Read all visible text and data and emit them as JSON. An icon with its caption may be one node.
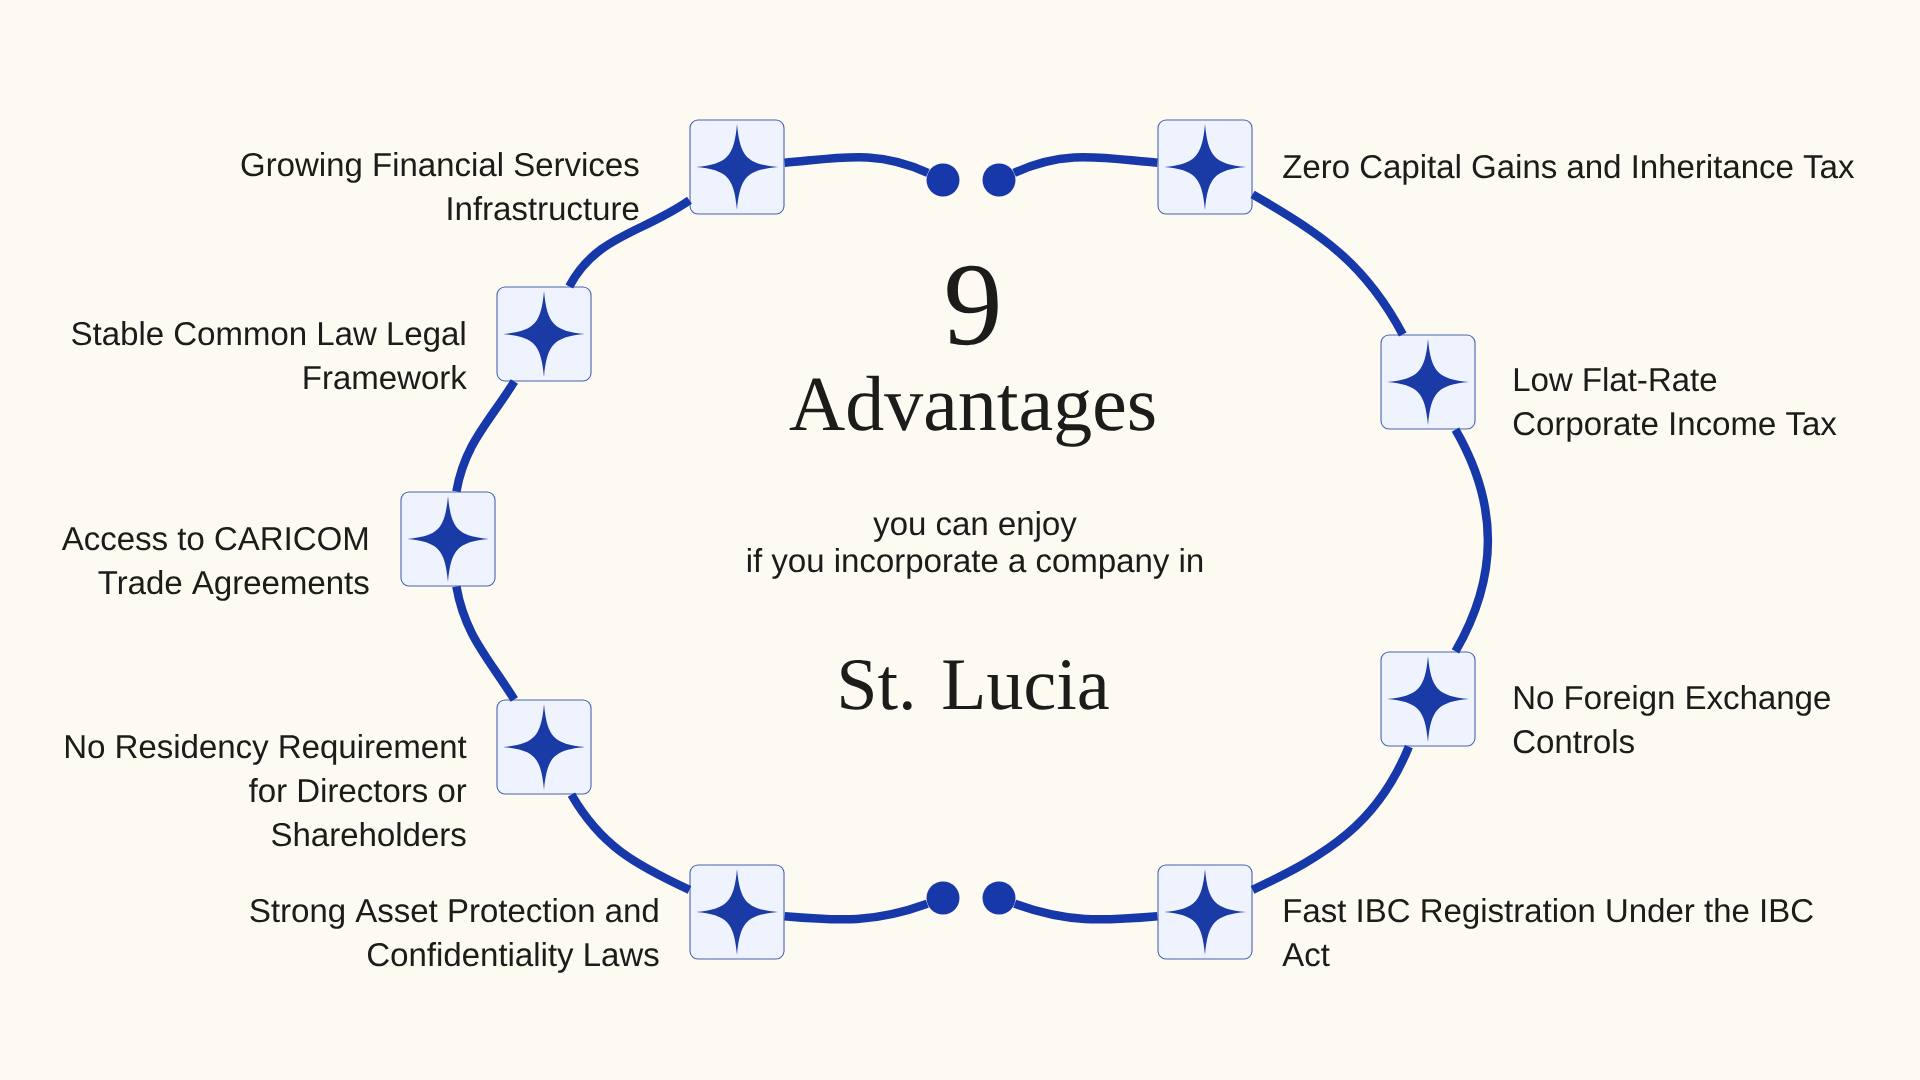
{
  "diagram": {
    "nodes": [
      {
        "text": [
          "Growing Financial Services Infrastructure"
        ]
      },
      {
        "text": [
          "Stable Common Law Legal Framework"
        ]
      },
      {
        "text": [
          "Access to CARICOM Trade Agreements"
        ]
      },
      {
        "text": [
          "No Residency Requirement for Directors or Shareholders"
        ]
      },
      {
        "text": [
          "Strong Asset Protection and Confidentiality Laws"
        ]
      },
      {
        "text": [
          "Zero Capital Gains and Inheritance Tax"
        ]
      },
      {
        "text": [
          "Low Flat-Rate Corporate Income Tax"
        ]
      },
      {
        "text": [
          "No Foreign Exchange Controls"
        ]
      },
      {
        "text": [
          "Fast IBC Registration Under the IBC Act"
        ]
      },
      {
        "text": [],
        "shape": "circle"
      },
      {
        "text": [],
        "shape": "circle"
      },
      {
        "text": [],
        "shape": "circle"
      },
      {
        "text": [],
        "shape": "circle"
      }
    ],
    "edges": [
      {
        "from": 9,
        "to": 0,
        "arrow": "none"
      },
      {
        "from": 0,
        "to": 1,
        "arrow": "none"
      },
      {
        "from": 1,
        "to": 2,
        "arrow": "none"
      },
      {
        "from": 2,
        "to": 3,
        "arrow": "none"
      },
      {
        "from": 3,
        "to": 4,
        "arrow": "none"
      },
      {
        "from": 4,
        "to": 11,
        "arrow": "none"
      },
      {
        "from": 10,
        "to": 5,
        "arrow": "none"
      },
      {
        "from": 5,
        "to": 6,
        "arrow": "none"
      },
      {
        "from": 6,
        "to": 7,
        "arrow": "none"
      },
      {
        "from": 7,
        "to": 8,
        "arrow": "none"
      },
      {
        "from": 8,
        "to": 12,
        "arrow": "none"
      }
    ],
    "labels": [
      "9",
      "Advantages",
      "you can enjoy",
      "if you incorporate a company in",
      "St. Lucia"
    ]
  }
}
